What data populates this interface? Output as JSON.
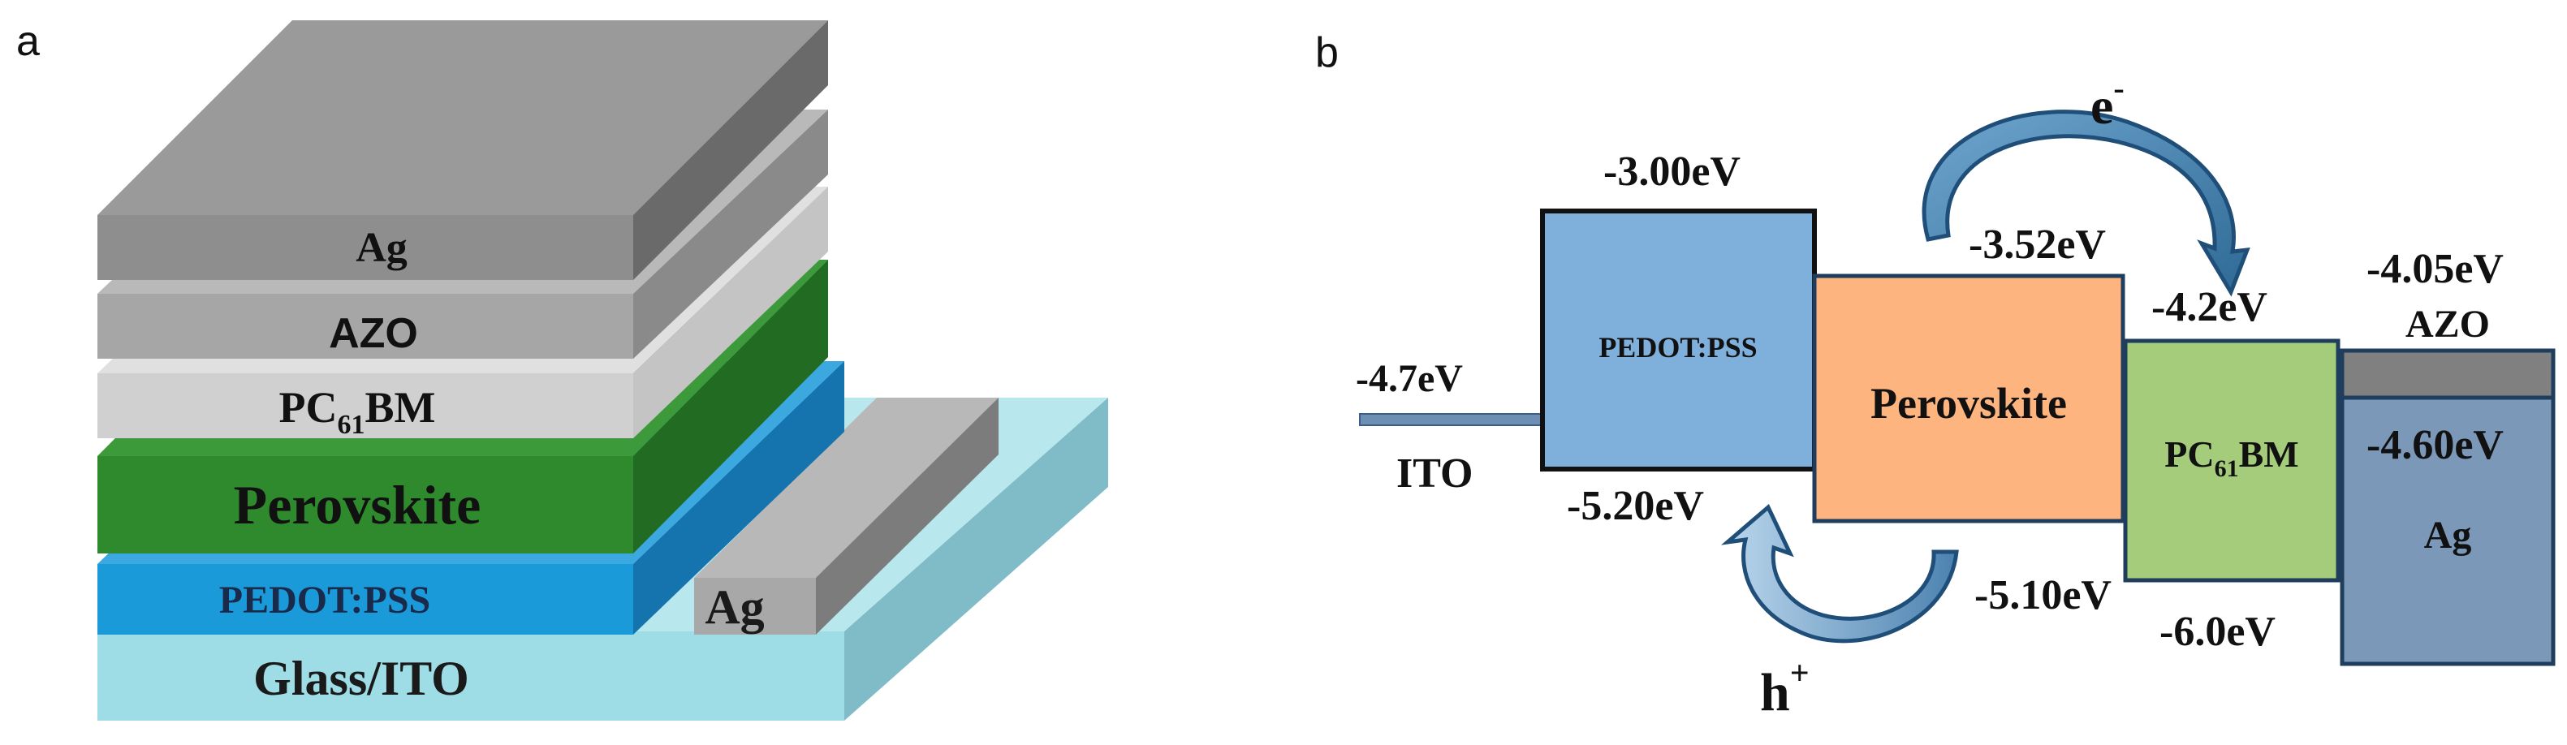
{
  "panel_a": {
    "label": "a",
    "layers": {
      "glass_ito": "Glass/ITO",
      "pedot": "PEDOT:PSS",
      "perovskite": "Perovskite",
      "pcbm_main": "PC",
      "pcbm_sub": "61",
      "pcbm_end": "BM",
      "azo": "AZO",
      "ag_top": "Ag",
      "ag_contact": "Ag"
    },
    "colors": {
      "glass": "#9EDDE6",
      "pedot": "#1A9AD9",
      "perovskite": "#2F8A2E",
      "pcbm": "#D0D0D0",
      "azo": "#A6A6A6",
      "ag": "#8E8E8E",
      "ag_contact": "#A8A8A8"
    }
  },
  "panel_b": {
    "label": "b",
    "ito": {
      "name": "ITO",
      "level": "-4.7eV"
    },
    "pedot": {
      "name": "PEDOT:PSS",
      "lumo": "-3.00eV",
      "homo": "-5.20eV",
      "color": "#7FAFDB"
    },
    "perovskite": {
      "name": "Perovskite",
      "lumo": "-3.52eV",
      "homo": "-5.10eV",
      "color": "#FDB47E"
    },
    "pcbm": {
      "name_main": "PC",
      "name_sub": "61",
      "name_end": "BM",
      "lumo": "-4.2eV",
      "homo": "-6.0eV",
      "color": "#A5CC7A"
    },
    "azo": {
      "name": "AZO",
      "level": "-4.05eV",
      "color": "#808080"
    },
    "ag": {
      "name": "Ag",
      "level": "-4.60eV",
      "color": "#7B98B8"
    },
    "electron": {
      "main": "e",
      "sup": "-"
    },
    "hole": {
      "main": "h",
      "sup": "+"
    }
  }
}
